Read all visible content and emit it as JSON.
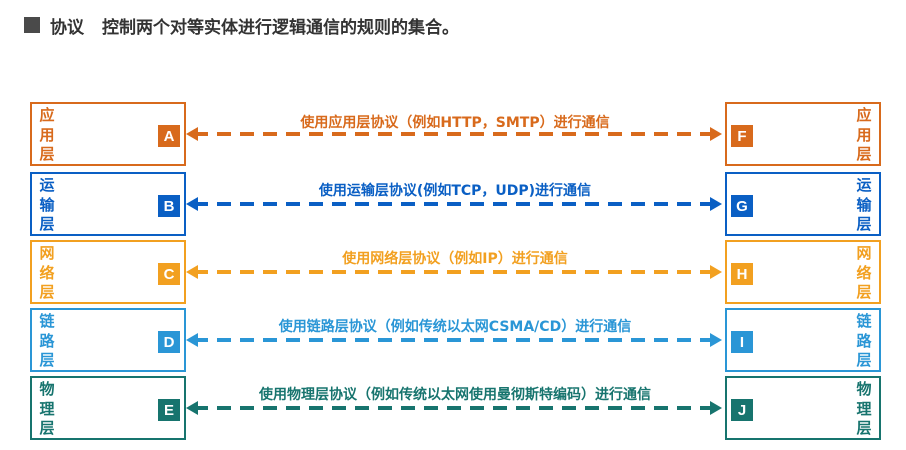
{
  "title": {
    "term": "协议",
    "definition": "控制两个对等实体进行逻辑通信的规则的集合。"
  },
  "layers": [
    {
      "name": "应用层",
      "left_entity": "A",
      "right_entity": "F",
      "color": "#d86a1c",
      "protocol": "使用应用层协议（例如HTTP，SMTP）进行通信"
    },
    {
      "name": "运输层",
      "left_entity": "B",
      "right_entity": "G",
      "color": "#0a5fc4",
      "protocol": "使用运输层协议(例如TCP，UDP)进行通信"
    },
    {
      "name": "网络层",
      "left_entity": "C",
      "right_entity": "H",
      "color": "#f2a020",
      "protocol": "使用网络层协议（例如IP）进行通信"
    },
    {
      "name": "链路层",
      "left_entity": "D",
      "right_entity": "I",
      "color": "#2a96d6",
      "protocol": "使用链路层协议（例如传统以太网CSMA/CD）进行通信"
    },
    {
      "name": "物理层",
      "left_entity": "E",
      "right_entity": "J",
      "color": "#17746e",
      "protocol": "使用物理层协议（例如传统以太网使用曼彻斯特编码）进行通信"
    }
  ]
}
